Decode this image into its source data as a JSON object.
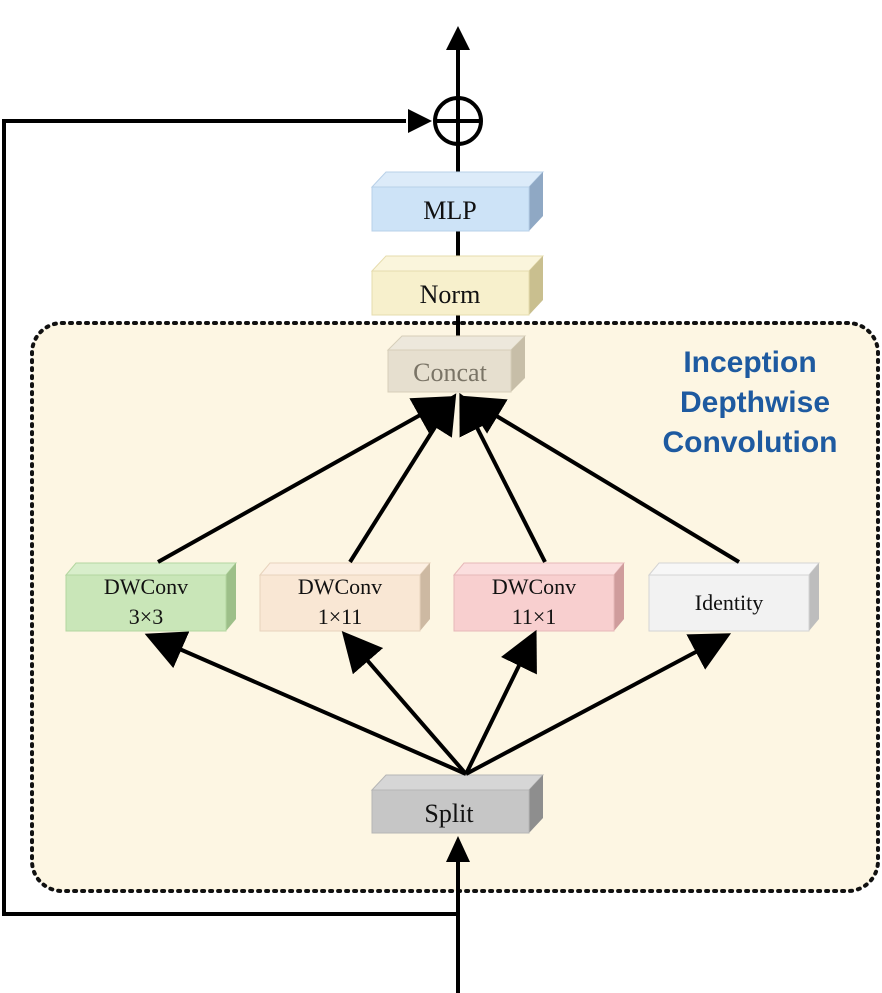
{
  "region": {
    "title_lines": [
      "Inception",
      "Depthwise",
      "Convolution"
    ],
    "title_color": "#1e5aa0",
    "fill_color": "#fdf6e3"
  },
  "blocks": {
    "mlp": {
      "label": "MLP",
      "color": "#cde3f7"
    },
    "norm": {
      "label": "Norm",
      "color": "#f7f0cc"
    },
    "concat": {
      "label": "Concat",
      "color": "#e6dfcf"
    },
    "split": {
      "label": "Split",
      "color": "#c6c6c6"
    },
    "branches": [
      {
        "line1": "DWConv",
        "line2": "3×3",
        "color": "#c9e6b8"
      },
      {
        "line1": "DWConv",
        "line2": "1×11",
        "color": "#f9e7d4"
      },
      {
        "line1": "DWConv",
        "line2": "11×1",
        "color": "#f8cfcf"
      },
      {
        "line1": "Identity",
        "line2": "",
        "color": "#f2f2f2"
      }
    ]
  },
  "icons": {
    "add": "circle-plus-icon"
  }
}
